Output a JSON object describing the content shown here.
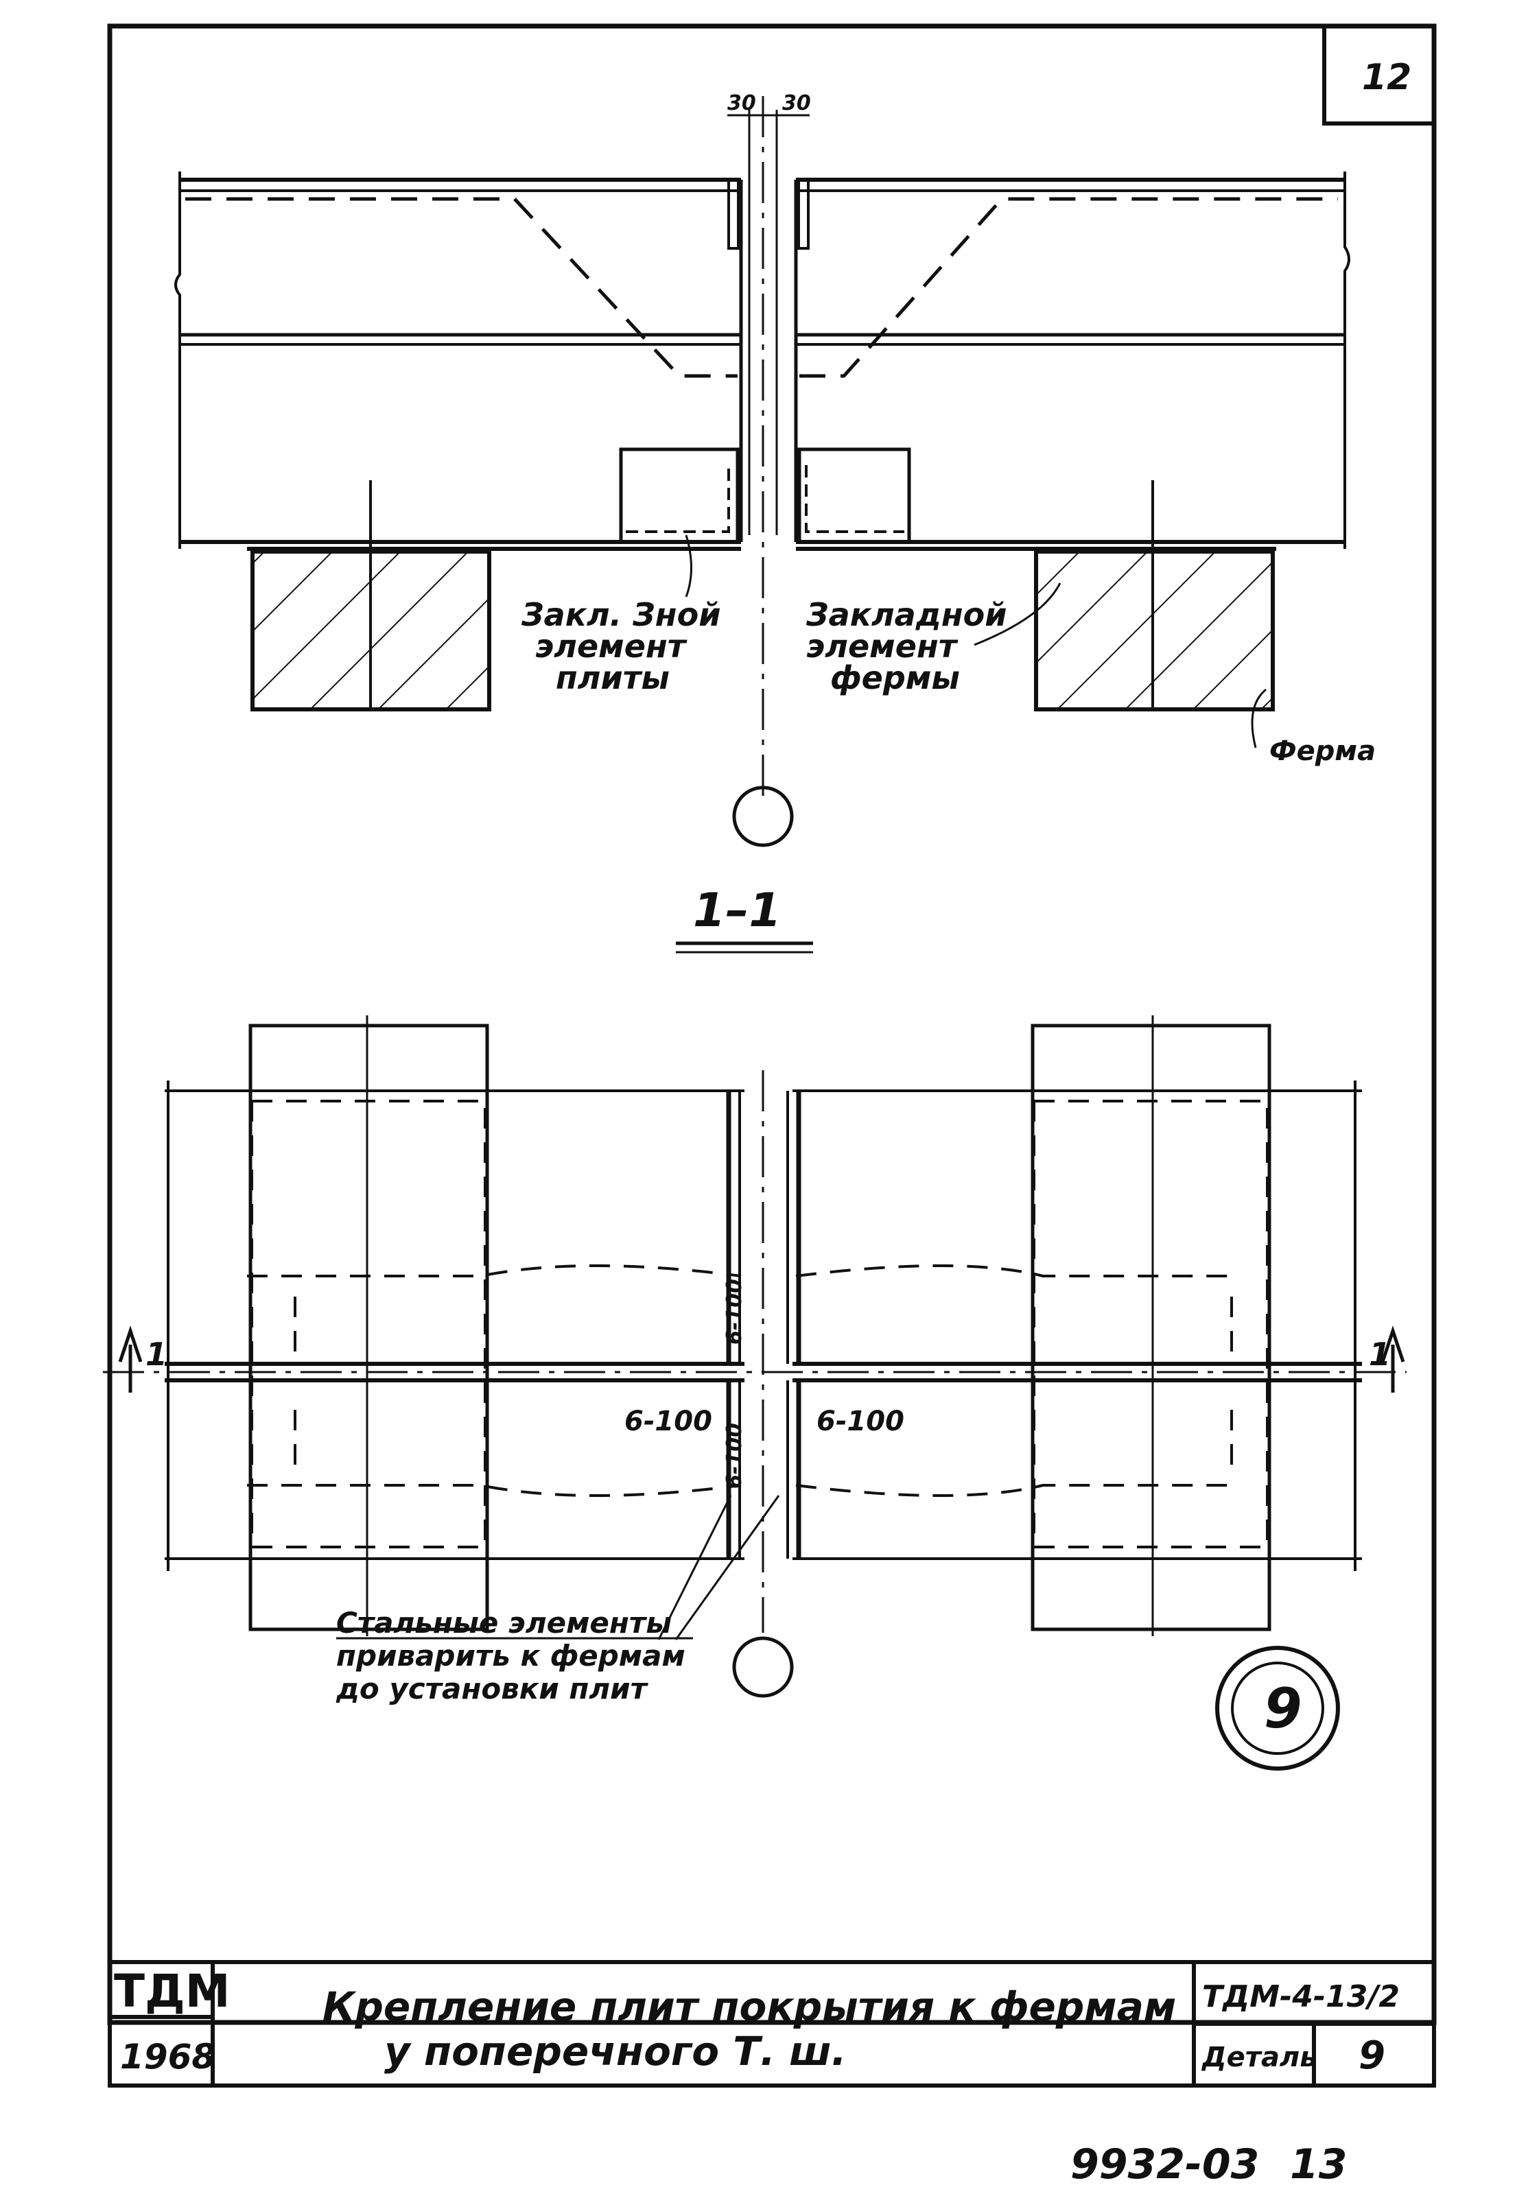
{
  "sheet": {
    "page_number": "12",
    "bottom_code": "9932-03",
    "bottom_page": "13"
  },
  "section": {
    "dim_left": "30",
    "dim_right": "30",
    "label_plate_embed": [
      "Закл. Зной",
      "элемент",
      "плиты"
    ],
    "label_truss_embed": [
      "Закладной",
      "элемент",
      "фермы"
    ],
    "label_truss": "Ферма",
    "section_title": "1–1"
  },
  "plan": {
    "weld_upper": "6-100",
    "weld_lower_left": "6-100",
    "weld_lower_mid": "6-100",
    "weld_lower_right": "6-100",
    "cut_left": "1",
    "cut_right": "1",
    "note": [
      "Стальные элементы",
      "приварить к фермам",
      "до установки плит"
    ],
    "detail_number": "9"
  },
  "title_block": {
    "org": "ТДМ",
    "year": "1968",
    "title_line1": "Крепление плит покрытия к фермам",
    "title_line2": "у поперечного Т. ш.",
    "series": "ТДМ-4-13/2",
    "detail_label": "Деталь",
    "detail_number": "9"
  },
  "colors": {
    "ink": "#111111",
    "paper": "#ffffff"
  }
}
